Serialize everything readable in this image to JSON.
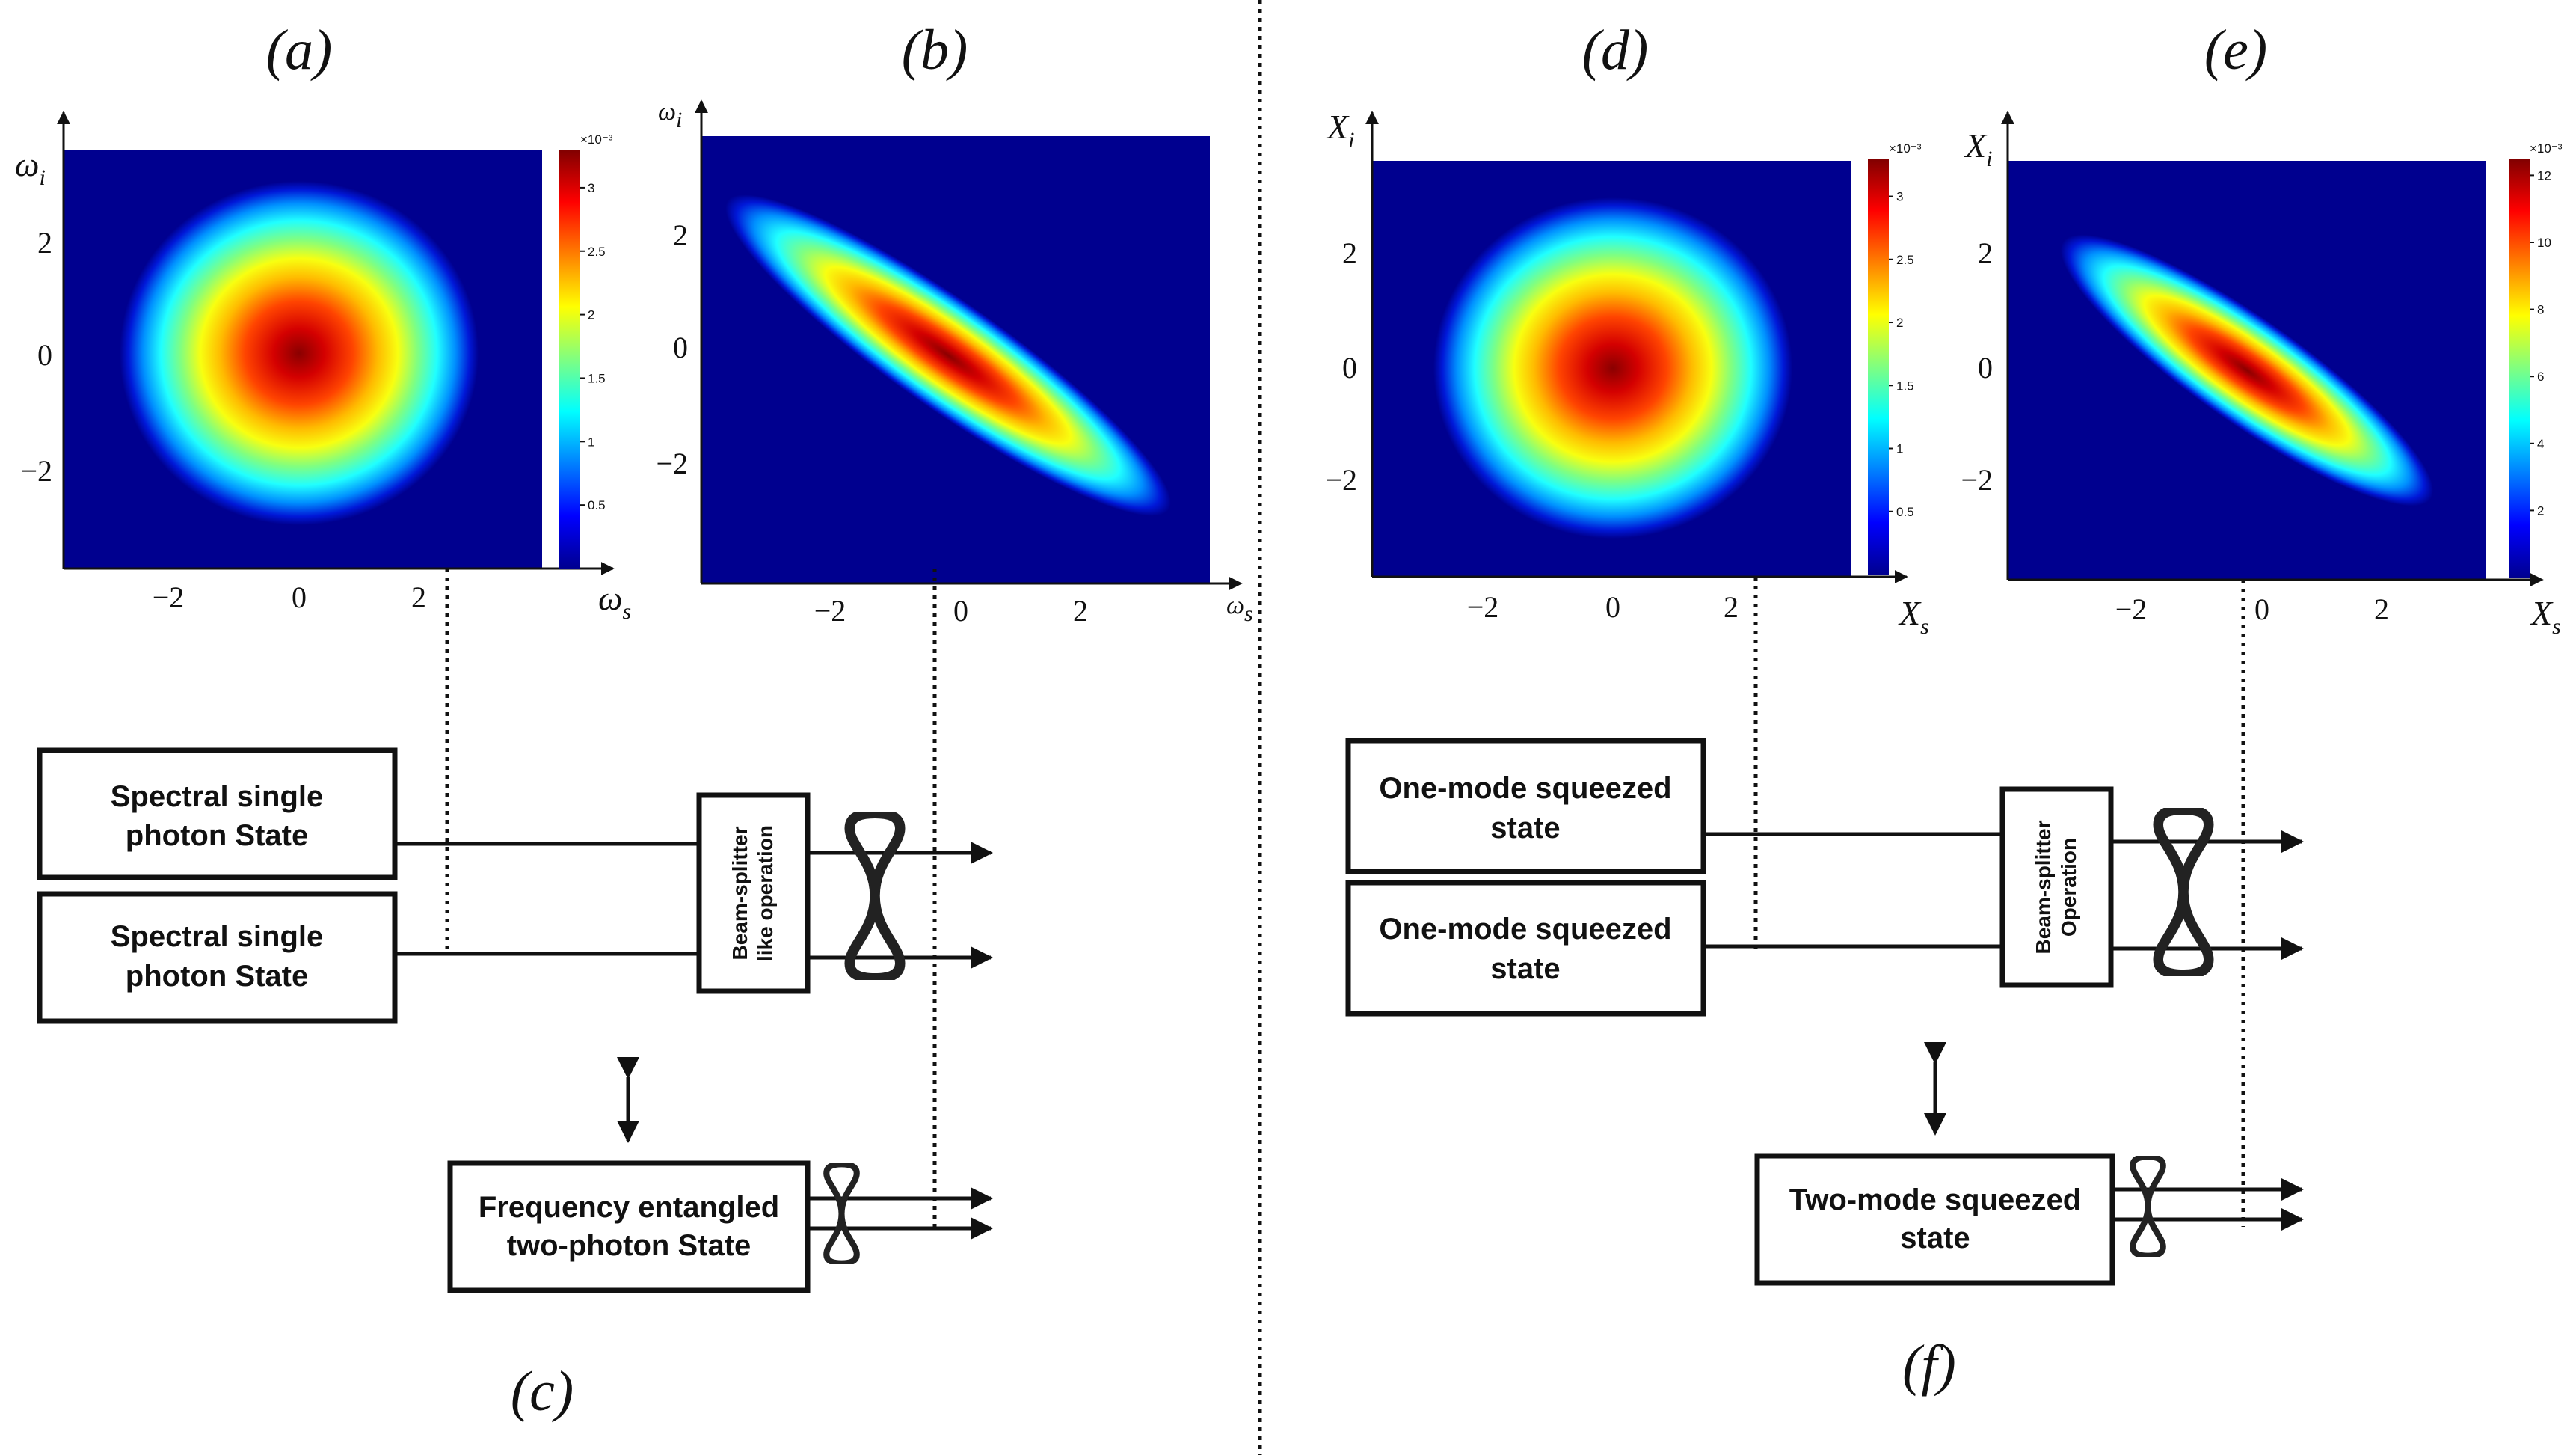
{
  "panel_labels": {
    "a": "(a)",
    "b": "(b)",
    "c": "(c)",
    "d": "(d)",
    "e": "(e)",
    "f": "(f)"
  },
  "plots": [
    {
      "id": "a",
      "x_label": "ω",
      "x_sub": "s",
      "y_label": "ω",
      "y_sub": "i",
      "ticks": [
        "−2",
        "0",
        "2"
      ],
      "shape": "circular",
      "colorbar_exponent": "×10⁻³",
      "colorbar_ticks": [
        "3",
        "2.5",
        "2",
        "1.5",
        "1",
        "0.5"
      ],
      "colorbar_max": 3.3
    },
    {
      "id": "b",
      "x_label": "ω",
      "x_sub": "s",
      "y_label": "ω",
      "y_sub": "i",
      "ticks": [
        "−2",
        "0",
        "2"
      ],
      "shape": "anti-correlated",
      "colorbar": false
    },
    {
      "id": "d",
      "x_label": "X",
      "x_sub": "s",
      "y_label": "X",
      "y_sub": "i",
      "ticks": [
        "−2",
        "0",
        "2"
      ],
      "shape": "circular",
      "colorbar_exponent": "×10⁻³",
      "colorbar_ticks": [
        "3",
        "2.5",
        "2",
        "1.5",
        "1",
        "0.5"
      ],
      "colorbar_max": 3.3
    },
    {
      "id": "e",
      "x_label": "X",
      "x_sub": "s",
      "y_label": "X",
      "y_sub": "i",
      "ticks": [
        "−2",
        "0",
        "2"
      ],
      "shape": "anti-correlated",
      "colorbar_exponent": "×10⁻³",
      "colorbar_ticks": [
        "12",
        "10",
        "8",
        "6",
        "4",
        "2"
      ],
      "colorbar_max": 12.5
    }
  ],
  "diagram_left": {
    "source_1": [
      "Spectral single",
      "photon State"
    ],
    "source_2": [
      "Spectral single",
      "photon State"
    ],
    "operation": [
      "Beam-splitter",
      "like operation"
    ],
    "result": [
      "Frequency entangled",
      "two-photon State"
    ]
  },
  "diagram_right": {
    "source_1": [
      "One-mode squeezed",
      "state"
    ],
    "source_2": [
      "One-mode squeezed",
      "state"
    ],
    "operation": [
      "Beam-splitter",
      "Operation"
    ],
    "result": [
      "Two-mode squeezed",
      "state"
    ]
  },
  "colors": {
    "ink": "#111111",
    "jet_low": "#00008f",
    "jet_high": "#800000"
  },
  "icons": [
    "infinity-entanglement-icon",
    "double-arrow-icon"
  ]
}
